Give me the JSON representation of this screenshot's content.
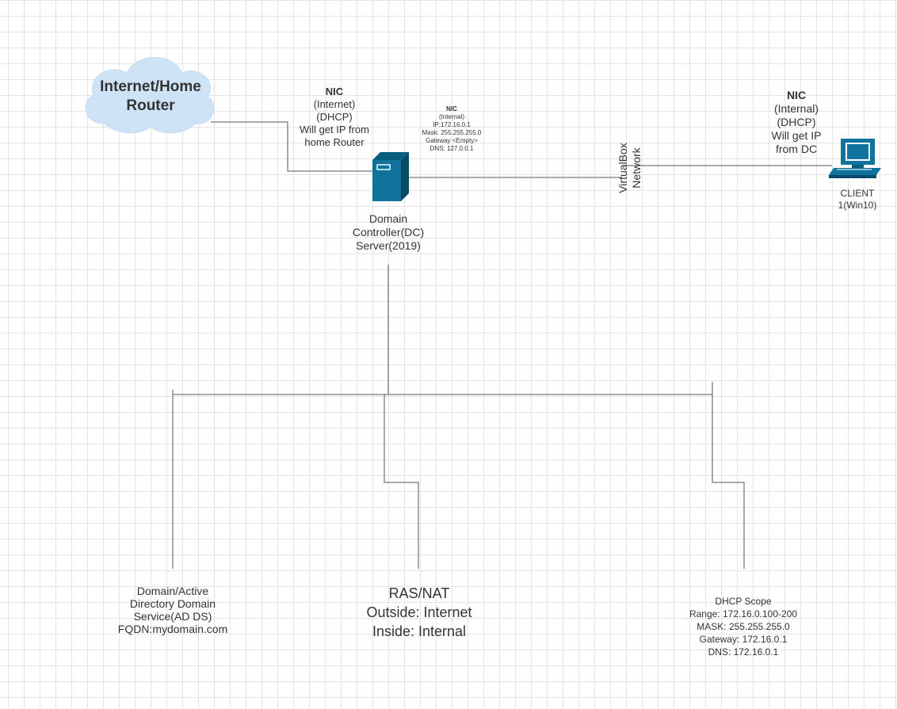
{
  "router": {
    "label": "Internet/Home Router"
  },
  "nic_internet": {
    "title": "NIC",
    "lines": [
      "(Internet)",
      "(DHCP)",
      "Will get IP from",
      "home Router"
    ]
  },
  "nic_dc": {
    "title": "NIC",
    "lines": [
      "(Internal)",
      "IP:172.16.0.1",
      "Mask: 255.255.255.0",
      "Gateway <Empty>",
      "DNS: 127.0.0.1"
    ]
  },
  "nic_client": {
    "title": "NIC",
    "lines": [
      "(Internal)",
      "(DHCP)",
      "Will get IP",
      "from DC"
    ]
  },
  "virtualbox": {
    "lines": [
      "VirtualBox",
      "Network"
    ]
  },
  "server": {
    "lines": [
      "Domain",
      "Controller(DC)",
      "Server(2019)"
    ]
  },
  "client": {
    "lines": [
      "CLIENT",
      "1(Win10)"
    ]
  },
  "adds": {
    "lines": [
      "Domain/Active",
      "Directory Domain",
      "Service(AD DS)",
      "FQDN:mydomain.com"
    ]
  },
  "ras": {
    "lines": [
      "RAS/NAT",
      "Outside: Internet",
      "Inside: Internal"
    ]
  },
  "dhcp": {
    "lines": [
      "DHCP Scope",
      "Range: 172.16.0.100-200",
      "MASK: 255.255.255.0",
      "Gateway: 172.16.0.1",
      "DNS: 172.16.0.1"
    ]
  },
  "colors": {
    "cloud_fill": "#cfe3f7",
    "icon_blue": "#10739e",
    "line": "#555555",
    "text": "#333333"
  },
  "icons": {
    "cloud": "cloud-icon",
    "server": "server-icon",
    "client": "desktop-computer-icon"
  }
}
